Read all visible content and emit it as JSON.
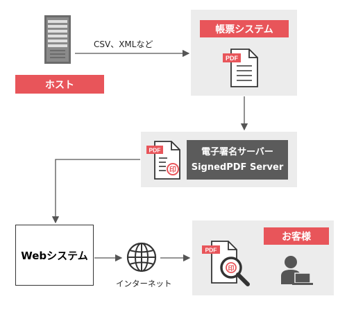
{
  "host": {
    "label": "ホスト",
    "icon": "server-icon"
  },
  "transfer_label": "CSV、XMLなど",
  "form_system": {
    "label": "帳票システム",
    "icon": "pdf-document-icon",
    "pdf_tag": "PDF"
  },
  "signature_server": {
    "title": "電子署名サーバー",
    "subtitle": "SignedPDF Server",
    "icon": "signed-pdf-icon",
    "pdf_tag": "PDF"
  },
  "web_system": {
    "label": "Webシステム"
  },
  "internet": {
    "label": "インターネット",
    "icon": "globe-icon"
  },
  "customer": {
    "label": "お客様",
    "icons": [
      "pdf-magnify-icon",
      "user-laptop-icon"
    ],
    "pdf_tag": "PDF"
  },
  "colors": {
    "accent_red": "#e8555a",
    "panel_gray": "#ececec",
    "dark_gray": "#5b5b5b",
    "line_gray": "#555555"
  }
}
